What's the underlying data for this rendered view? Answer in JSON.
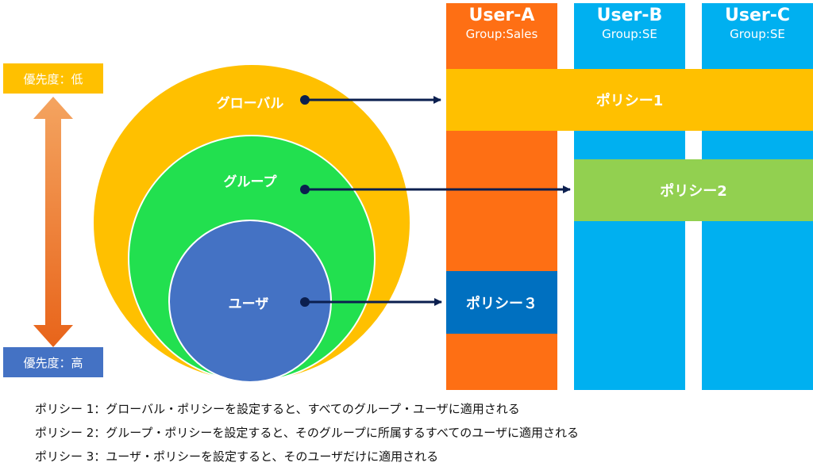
{
  "priority": {
    "low_label": "優先度：低",
    "high_label": "優先度：高"
  },
  "circles": {
    "global_label": "グローバル",
    "group_label": "グループ",
    "user_label": "ユーザ"
  },
  "users": [
    {
      "name": "User-A",
      "group": "Group:Sales",
      "color": "#fe6f14"
    },
    {
      "name": "User-B",
      "group": "Group:SE",
      "color": "#00b0f0"
    },
    {
      "name": "User-C",
      "group": "Group:SE",
      "color": "#00b0f0"
    }
  ],
  "policies": {
    "policy1": "ポリシー1",
    "policy2": "ポリシー2",
    "policy3": "ポリシー３"
  },
  "notes": [
    "ポリシー 1：グローバル・ポリシーを設定すると、すべてのグループ・ユーザに適用される",
    "ポリシー 2：グループ・ポリシーを設定すると、そのグループに所属するすべてのユーザに適用される",
    "ポリシー 3：ユーザ・ポリシーを設定すると、そのユーザだけに適用される"
  ],
  "colors": {
    "global": "#ffc000",
    "group": "#22e04f",
    "user": "#4472c4",
    "policy2": "#92d050",
    "policy3": "#0070c0",
    "arrow": "#0b1f4f",
    "priority_arrow": "#f07f2a"
  }
}
